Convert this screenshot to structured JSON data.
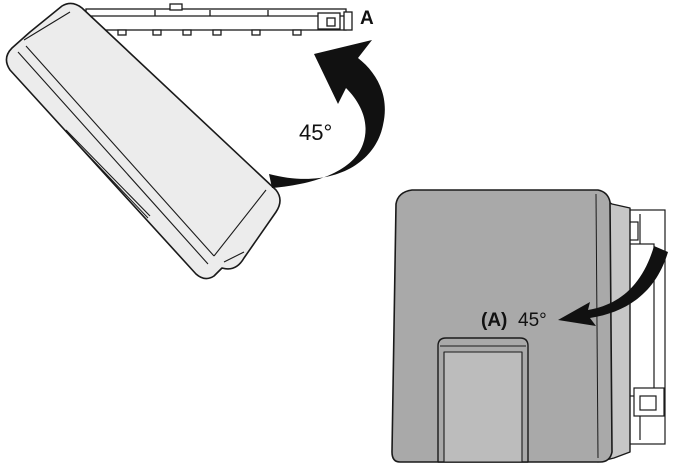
{
  "figure_1": {
    "label_a": "A",
    "angle_label": "45°"
  },
  "figure_2": {
    "label_a": "(A)",
    "angle_label": "45°"
  },
  "colors": {
    "housing_fill": "#ececec",
    "housing_stroke": "#1a1a1a",
    "front_fill": "#a9a9a9",
    "front_side_fill": "#c6c6c6",
    "arrow_fill": "#111111"
  }
}
